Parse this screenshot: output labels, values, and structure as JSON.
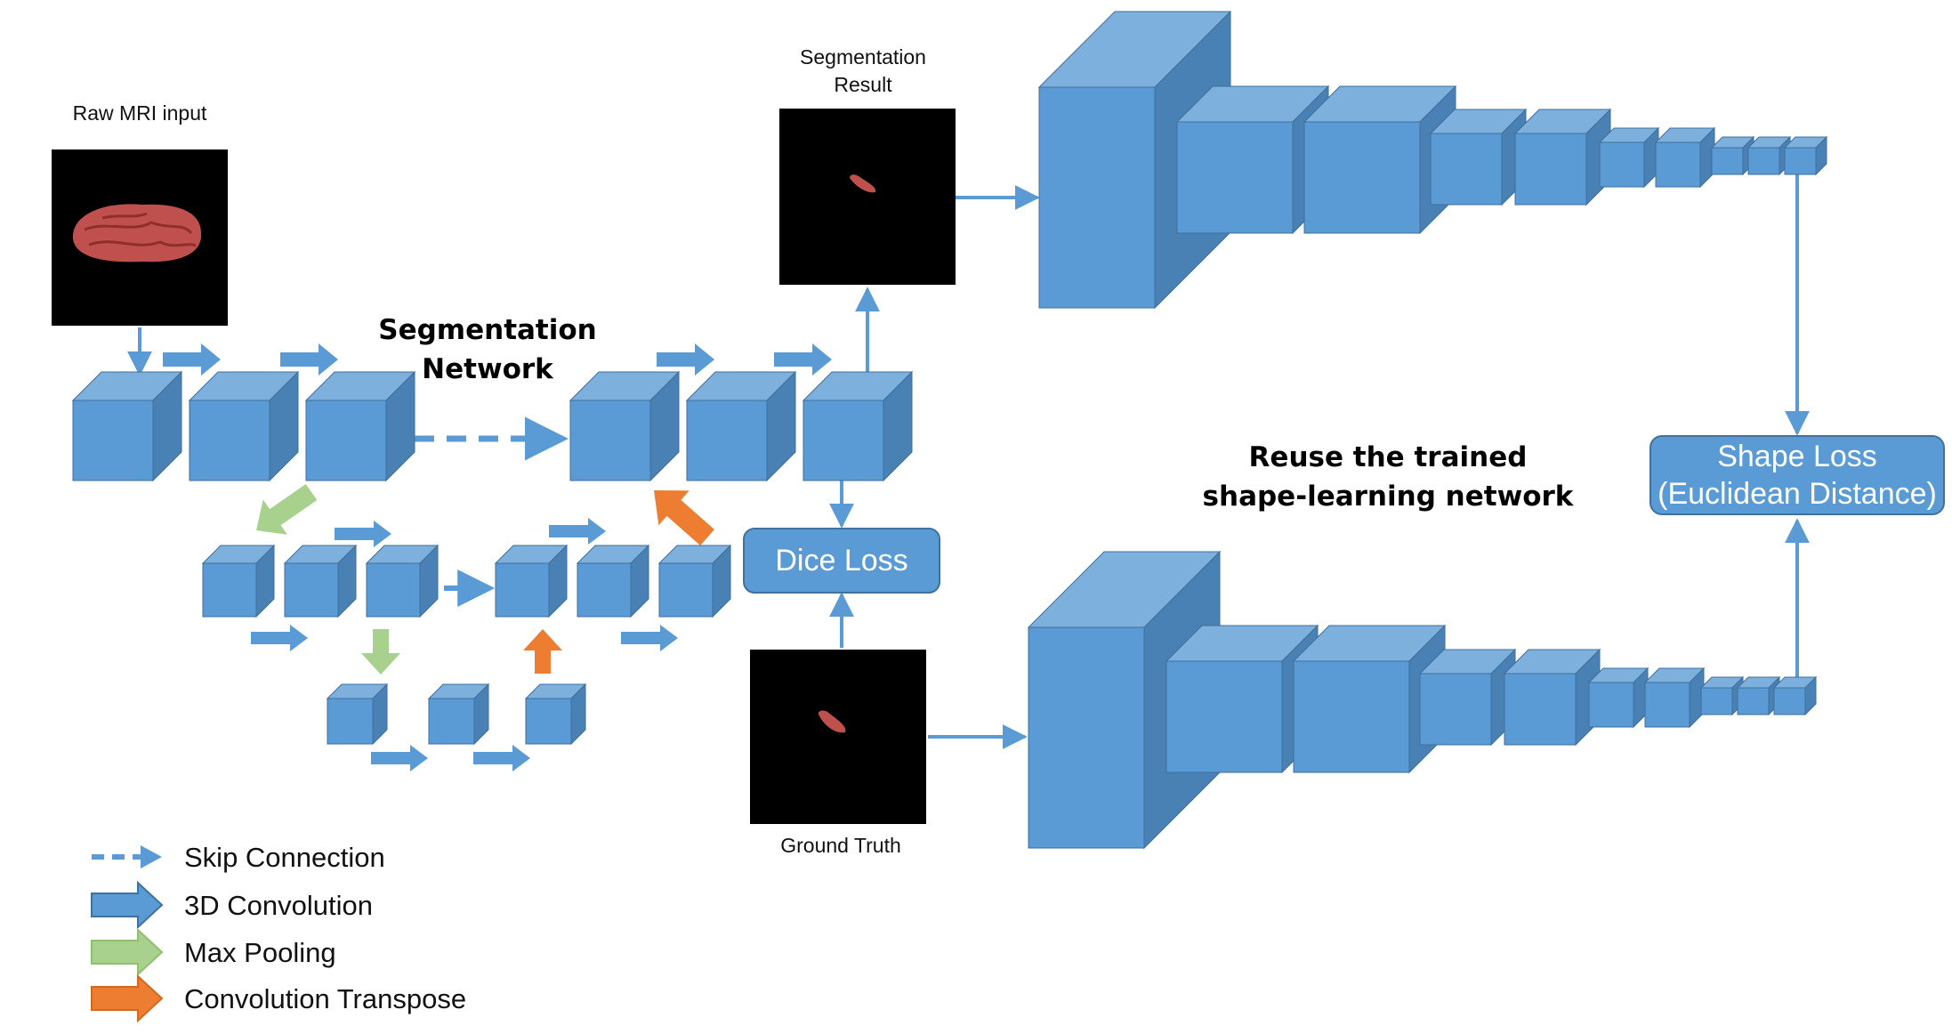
{
  "labels": {
    "raw_mri_input": "Raw MRI input",
    "segmentation_result_line1": "Segmentation",
    "segmentation_result_line2": "Result",
    "ground_truth": "Ground Truth",
    "segmentation_network_line1": "Segmentation",
    "segmentation_network_line2": "Network",
    "reuse_line1": "Reuse the trained",
    "reuse_line2": "shape-learning network",
    "dice_loss": "Dice Loss",
    "shape_loss_line1": "Shape Loss",
    "shape_loss_line2": "(Euclidean Distance)"
  },
  "legend": {
    "skip_connection": "Skip Connection",
    "conv3d": "3D Convolution",
    "max_pooling": "Max Pooling",
    "conv_transpose": "Convolution Transpose"
  },
  "colors": {
    "cube_front": "#5b9bd5",
    "cube_top": "#7eb0de",
    "cube_side": "#4a81b4",
    "arrow_blue": "#5b9bd5",
    "arrow_green": "#a9d18e",
    "arrow_orange": "#ed7d31",
    "box_fill": "#5b9bd5",
    "box_stroke": "#41719c",
    "image_bg": "#000000",
    "tissue": "#c0504d"
  }
}
